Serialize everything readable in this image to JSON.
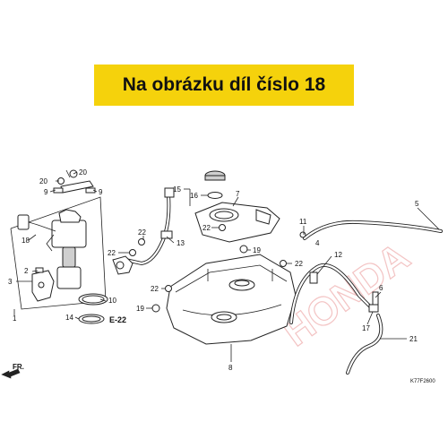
{
  "banner": {
    "text": "Na obrázku díl číslo 18",
    "color": "#f5d20c"
  },
  "watermark": {
    "text": "HONDA",
    "color": "#f3c4c4"
  },
  "labels": {
    "l1": "1",
    "l2": "2",
    "l3": "3",
    "l4": "4",
    "l5": "5",
    "l6": "6",
    "l7": "7",
    "l8": "8",
    "l9a": "9",
    "l9b": "9",
    "l10": "10",
    "l11": "11",
    "l12": "12",
    "l13": "13",
    "l14": "14",
    "l15": "15",
    "l16": "16",
    "l17": "17",
    "l18": "18",
    "l19a": "19",
    "l19b": "19",
    "l20a": "20",
    "l20b": "20",
    "l21": "21",
    "l22a": "22",
    "l22b": "22",
    "l22c": "22",
    "l22d": "22",
    "l22e": "22"
  },
  "reference": "E-22",
  "front_arrow": "FR.",
  "diagram_code": "K77F2600"
}
